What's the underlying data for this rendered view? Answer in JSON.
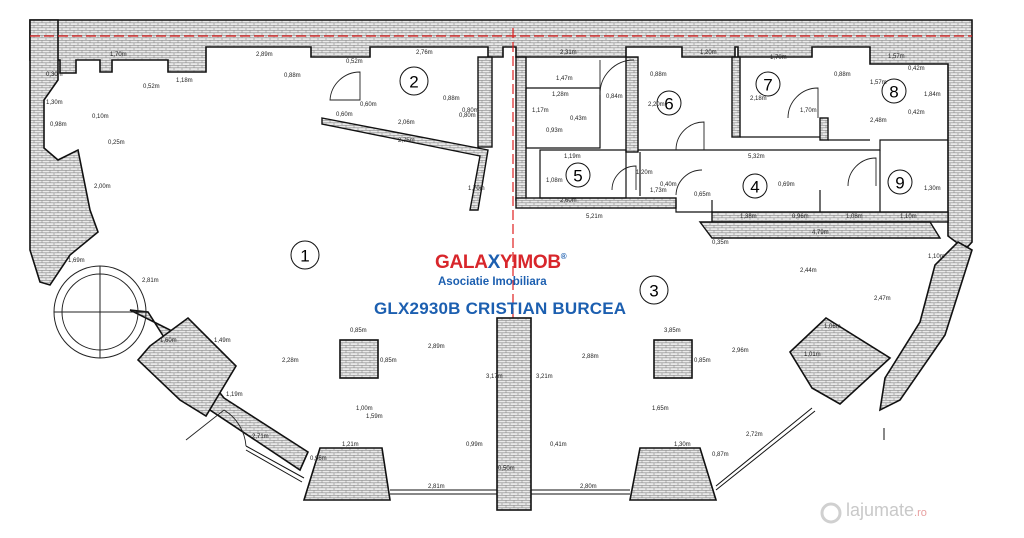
{
  "rooms": [
    {
      "id": "1",
      "label": "1"
    },
    {
      "id": "2",
      "label": "2"
    },
    {
      "id": "3",
      "label": "3"
    },
    {
      "id": "4",
      "label": "4"
    },
    {
      "id": "5",
      "label": "5"
    },
    {
      "id": "6",
      "label": "6"
    },
    {
      "id": "7",
      "label": "7"
    },
    {
      "id": "8",
      "label": "8"
    },
    {
      "id": "9",
      "label": "9"
    }
  ],
  "dimensions": {
    "top_row": [
      "0,30m",
      "1,70m",
      "0,52m",
      "1,18m",
      "2,89m",
      "0,88m",
      "0,52m",
      "2,76m",
      "0,88m",
      "0,80m",
      "2,31m",
      "1,20m",
      "1,70m",
      "1,57m"
    ],
    "left_side": [
      "1,30m",
      "0,98m",
      "0,10m",
      "0,25m",
      "2,00m",
      "2,81m",
      "1,69m"
    ],
    "room2": [
      "0,60m",
      "0,60m",
      "0,80m",
      "2,06m",
      "2,75m",
      "1,70m"
    ],
    "wc_block": [
      "1,47m",
      "1,28m",
      "1,17m",
      "0,93m",
      "0,43m",
      "0,84m",
      "1,19m",
      "1,08m",
      "2,60m",
      "0,40m"
    ],
    "rooms6to9": [
      "0,88m",
      "2,20m",
      "2,18m",
      "0,88m",
      "1,57m",
      "0,42m",
      "1,84m",
      "2,48m",
      "0,42m",
      "1,70m"
    ],
    "corridor": [
      "5,32m",
      "1,20m",
      "1,73m",
      "0,65m",
      "5,21m",
      "0,69m",
      "1,38m",
      "0,96m",
      "1,08m",
      "1,10m",
      "4,79m",
      "1,30m",
      "0,35m"
    ],
    "columns": [
      "0,85m",
      "0,85m",
      "3,85m",
      "0,85m",
      "2,89m",
      "2,88m",
      "2,28m",
      "2,96m",
      "3,17m",
      "3,21m"
    ],
    "bottom": [
      "1,60m",
      "1,49m",
      "1,19m",
      "1,00m",
      "1,59m",
      "1,21m",
      "0,96m",
      "0,99m",
      "2,71m",
      "2,81m",
      "2,80m",
      "0,41m",
      "1,30m",
      "0,87m",
      "1,65m",
      "2,72m",
      "0,50m"
    ],
    "right_side": [
      "2,44m",
      "2,47m",
      "1,10m",
      "1,06m",
      "1,01m"
    ]
  },
  "watermark": {
    "logo_part1": "GALA",
    "logo_x": "X",
    "logo_part2": "YIMOB",
    "reg": "®",
    "subtitle": "Asociatie Imobiliara",
    "listing_code": "GLX2930B CRISTIAN BURCEA"
  },
  "site": {
    "name": "lajumate",
    "tld": ".ro"
  },
  "colors": {
    "wall_hatch": "#9a9a9a",
    "axis_red": "#e02020",
    "logo_red": "#d8262b",
    "logo_blue": "#1c5fb0"
  }
}
